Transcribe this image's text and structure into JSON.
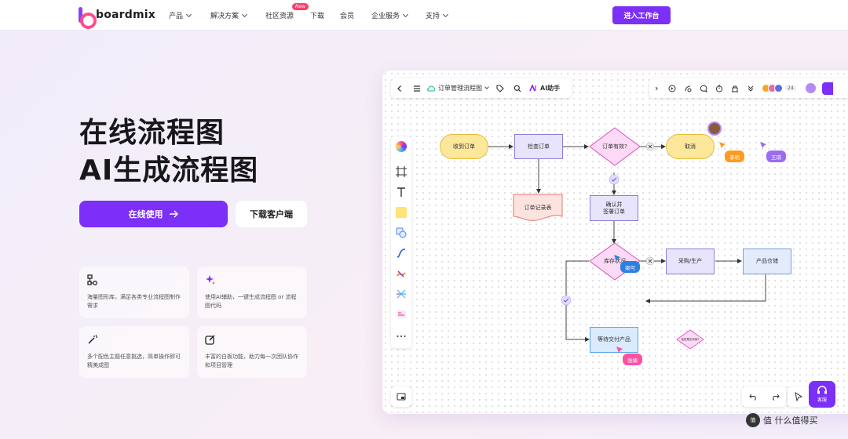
{
  "nav": {
    "logo": "boardmix",
    "items": [
      {
        "label": "产品",
        "dropdown": true
      },
      {
        "label": "解决方案",
        "dropdown": true
      },
      {
        "label": "社区资源",
        "dropdown": false,
        "badge": "New"
      },
      {
        "label": "下载",
        "dropdown": false
      },
      {
        "label": "会员",
        "dropdown": false
      },
      {
        "label": "企业服务",
        "dropdown": true
      },
      {
        "label": "支持",
        "dropdown": true
      }
    ],
    "cta": "进入工作台"
  },
  "hero": {
    "title_line1": "在线流程图",
    "title_line2": "AI生成流程图",
    "primary_button": "在线使用",
    "secondary_button": "下载客户端"
  },
  "features": [
    {
      "icon": "flowchart-icon",
      "text": "海量图形库，满足各类专业流程图制作需求"
    },
    {
      "icon": "ai-sparkle-icon",
      "text": "使用AI辅助，一键生成流程图 or 流程图代码"
    },
    {
      "icon": "magic-wand-icon",
      "text": "多个配色主题任意挑选，简单操作即可精美成图"
    },
    {
      "icon": "edit-icon",
      "text": "丰富的白板功能，助力每一次团队协作和项目管理"
    }
  ],
  "app": {
    "doc_title": "订单管理流程图",
    "ai_label": "AI助手",
    "collaborator_count": "24",
    "flow": {
      "start": "收到订单",
      "check": "检查订单",
      "valid": "订单有效?",
      "cancel": "取消",
      "record": "订单记录表",
      "confirm": "确认并\n签署订单",
      "stock": "库存状况",
      "purchase": "采购/生产",
      "warehouse": "产品仓储",
      "deliver": "等待交付产品",
      "small_diamond": "检查是否有缺?"
    },
    "cursors": [
      "李明",
      "王琪",
      "梁可",
      "张婕"
    ]
  },
  "help_label": "客服",
  "watermark": "值 什么值得买",
  "colors": {
    "accent": "#7b2ff7",
    "brand_pink": "#ff4d8d"
  }
}
